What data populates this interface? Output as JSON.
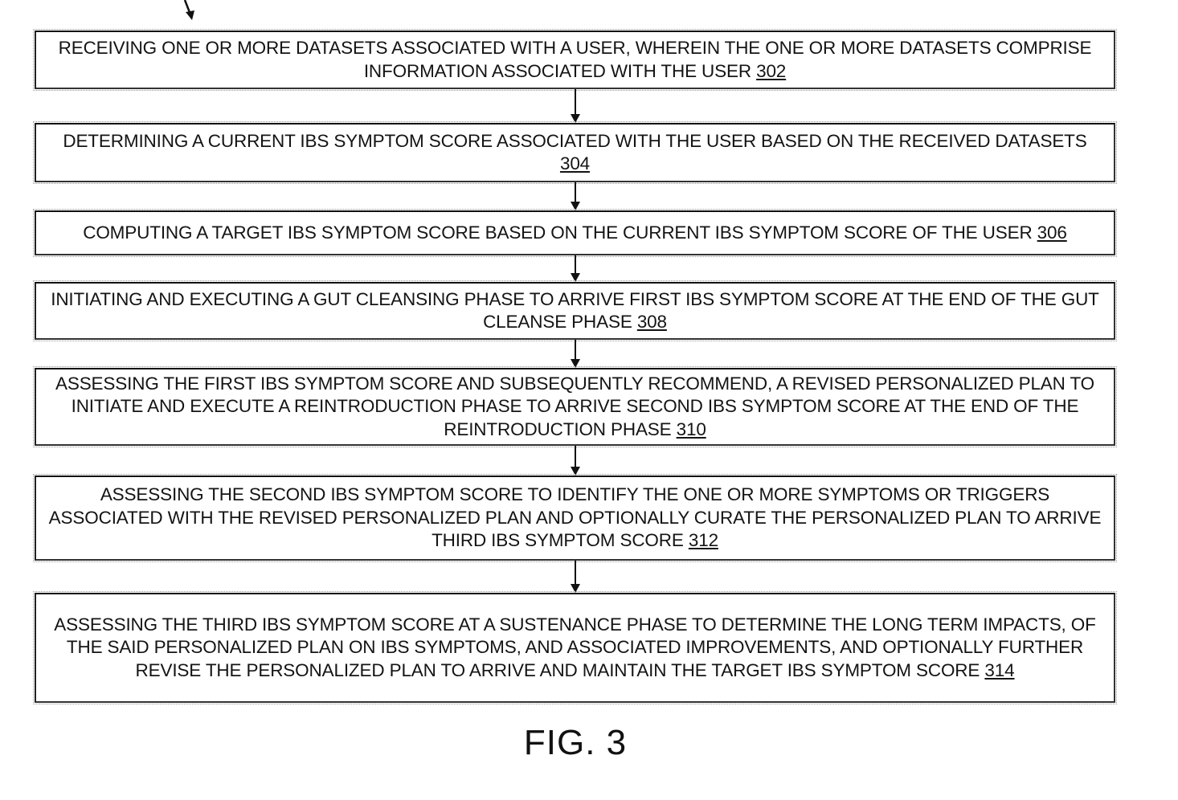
{
  "figure": {
    "label": "FIG. 3"
  },
  "steps": [
    {
      "text": "RECEIVING ONE OR MORE DATASETS ASSOCIATED WITH A USER, WHEREIN THE ONE OR MORE DATASETS COMPRISE INFORMATION ASSOCIATED WITH THE USER",
      "ref": "302"
    },
    {
      "text": "DETERMINING A CURRENT IBS SYMPTOM SCORE ASSOCIATED WITH THE USER BASED ON THE RECEIVED DATASETS",
      "ref": "304"
    },
    {
      "text": "COMPUTING A TARGET IBS SYMPTOM SCORE BASED ON THE CURRENT IBS SYMPTOM SCORE OF THE USER",
      "ref": "306"
    },
    {
      "text": "INITIATING AND EXECUTING A GUT CLEANSING PHASE TO ARRIVE FIRST IBS SYMPTOM SCORE AT THE END OF THE GUT CLEANSE PHASE",
      "ref": "308"
    },
    {
      "text": "ASSESSING THE FIRST IBS SYMPTOM SCORE AND SUBSEQUENTLY RECOMMEND, A REVISED PERSONALIZED PLAN TO INITIATE AND EXECUTE A REINTRODUCTION PHASE TO ARRIVE SECOND IBS SYMPTOM SCORE AT THE END OF THE REINTRODUCTION PHASE",
      "ref": "310"
    },
    {
      "text": "ASSESSING THE SECOND IBS SYMPTOM SCORE TO IDENTIFY THE ONE OR MORE SYMPTOMS OR TRIGGERS ASSOCIATED WITH THE REVISED PERSONALIZED PLAN AND OPTIONALLY CURATE THE PERSONALIZED PLAN TO ARRIVE THIRD IBS SYMPTOM SCORE",
      "ref": "312"
    },
    {
      "text": "ASSESSING THE THIRD IBS SYMPTOM SCORE AT A SUSTENANCE PHASE TO DETERMINE THE LONG TERM IMPACTS, OF THE SAID PERSONALIZED PLAN ON IBS SYMPTOMS, AND ASSOCIATED IMPROVEMENTS, AND OPTIONALLY FURTHER REVISE THE PERSONALIZED PLAN TO ARRIVE AND MAINTAIN THE TARGET IBS SYMPTOM SCORE",
      "ref": "314"
    }
  ],
  "connectors": [
    {
      "from": "302",
      "to": "304"
    },
    {
      "from": "304",
      "to": "306"
    },
    {
      "from": "306",
      "to": "308"
    },
    {
      "from": "308",
      "to": "310"
    },
    {
      "from": "310",
      "to": "312"
    },
    {
      "from": "312",
      "to": "314"
    }
  ],
  "icons": {
    "entry_arrow": "arrow-down-icon",
    "connector_arrow": "arrow-down-icon"
  }
}
